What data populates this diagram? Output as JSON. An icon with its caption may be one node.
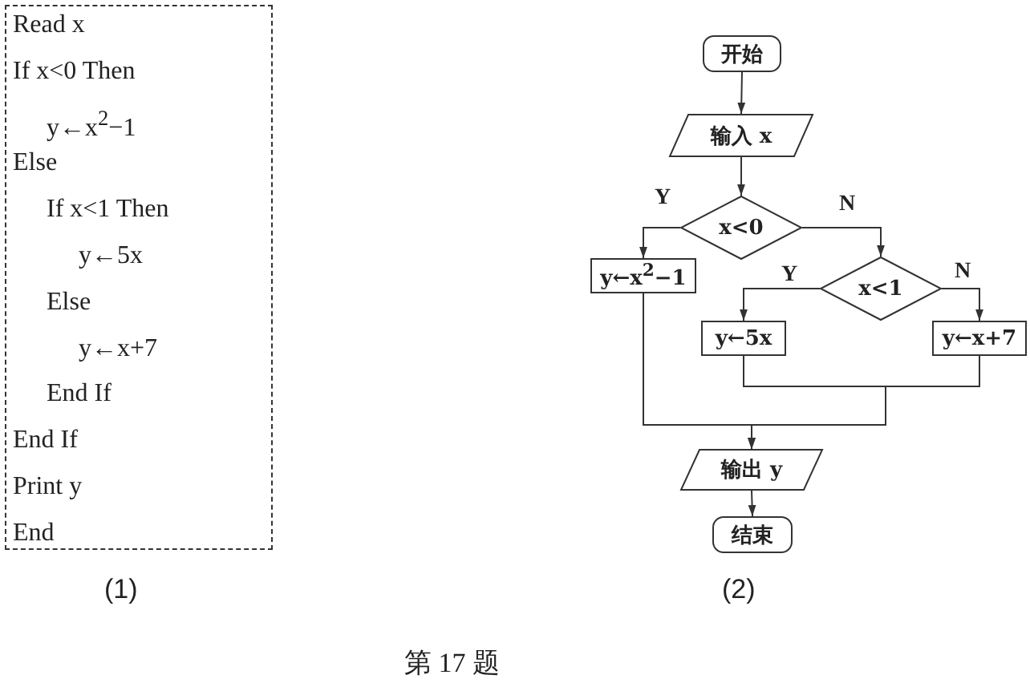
{
  "diagram": {
    "caption": "第 17 题",
    "nodes": [
      {
        "text": [
          "Read x",
          "If x<0 Then",
          "y←x$^{2}$−1",
          "Else",
          "If x<1 Then",
          "y←5x",
          "Else",
          "y←x+7",
          "End If",
          "End If",
          "Print y",
          "End"
        ]
      },
      {
        "text": [
          "开始"
        ]
      },
      {
        "text": [
          "输入 x"
        ]
      },
      {
        "text": [
          "x<0"
        ]
      },
      {
        "text": [
          "y←x$^{2}$−1"
        ]
      },
      {
        "text": [
          "x<1"
        ]
      },
      {
        "text": [
          "y←5x"
        ]
      },
      {
        "text": [
          "y←x+7"
        ]
      },
      {
        "text": [
          "输出 y"
        ]
      },
      {
        "text": [
          "结束"
        ]
      }
    ],
    "edges": [
      {
        "from": 1,
        "to": 2,
        "arrow": "to"
      },
      {
        "from": 2,
        "to": 3,
        "arrow": "to"
      },
      {
        "from": 3,
        "to": 4,
        "arrow": "to",
        "label": "Y"
      },
      {
        "from": 3,
        "to": 5,
        "arrow": "to",
        "label": "N"
      },
      {
        "from": 5,
        "to": 6,
        "arrow": "to",
        "label": "Y"
      },
      {
        "from": 5,
        "to": 7,
        "arrow": "to",
        "label": "N"
      },
      {
        "from": 4,
        "to": 8,
        "arrow": "to"
      },
      {
        "from": 6,
        "to": 8,
        "arrow": "to"
      },
      {
        "from": 7,
        "to": 8,
        "arrow": "to"
      },
      {
        "from": 8,
        "to": 9,
        "arrow": "to"
      }
    ],
    "labels": [
      "(1)",
      "(2)"
    ]
  }
}
